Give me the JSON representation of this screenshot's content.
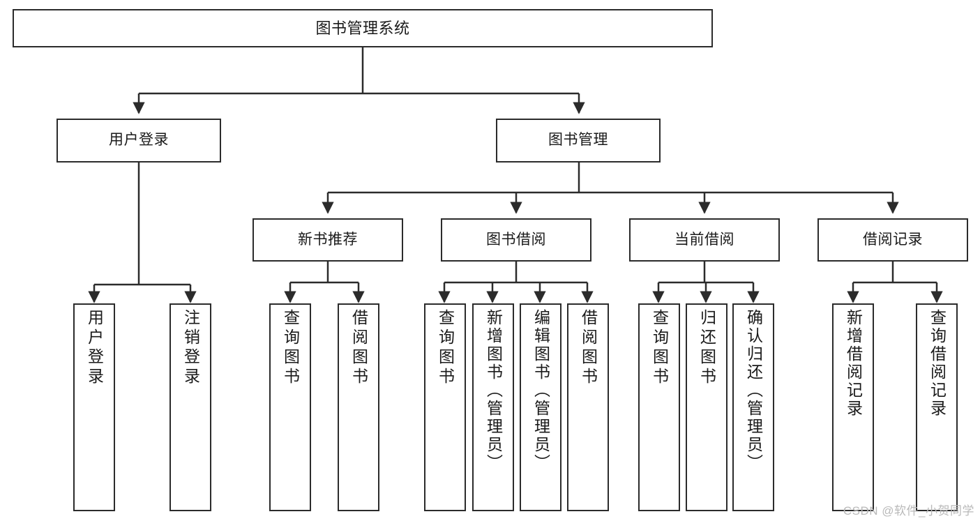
{
  "diagram": {
    "type": "tree-hierarchy-chart",
    "title": "图书管理系统",
    "line_color": "#2b2b2b",
    "box_fill": "#ffffff",
    "box_border": "#2b2b2b",
    "watermark": "CSDN @软件_小贺同学",
    "levels": {
      "root": {
        "label": "图书管理系统"
      },
      "level2": [
        {
          "label": "用户登录"
        },
        {
          "label": "图书管理"
        }
      ],
      "level3": [
        {
          "label": "新书推荐"
        },
        {
          "label": "图书借阅"
        },
        {
          "label": "当前借阅"
        },
        {
          "label": "借阅记录"
        }
      ],
      "leaves": {
        "user_login": [
          {
            "label": "用户登录"
          },
          {
            "label": "注销登录"
          }
        ],
        "new_book": [
          {
            "label": "查询图书"
          },
          {
            "label": "借阅图书"
          }
        ],
        "book_borrow": [
          {
            "label": "查询图书"
          },
          {
            "label": "新增图书（管理员）"
          },
          {
            "label": "编辑图书（管理员）"
          },
          {
            "label": "借阅图书"
          }
        ],
        "current_borrow": [
          {
            "label": "查询图书"
          },
          {
            "label": "归还图书"
          },
          {
            "label": "确认归还（管理员）"
          }
        ],
        "borrow_record": [
          {
            "label": "新增借阅记录"
          },
          {
            "label": "查询借阅记录"
          }
        ]
      }
    }
  }
}
